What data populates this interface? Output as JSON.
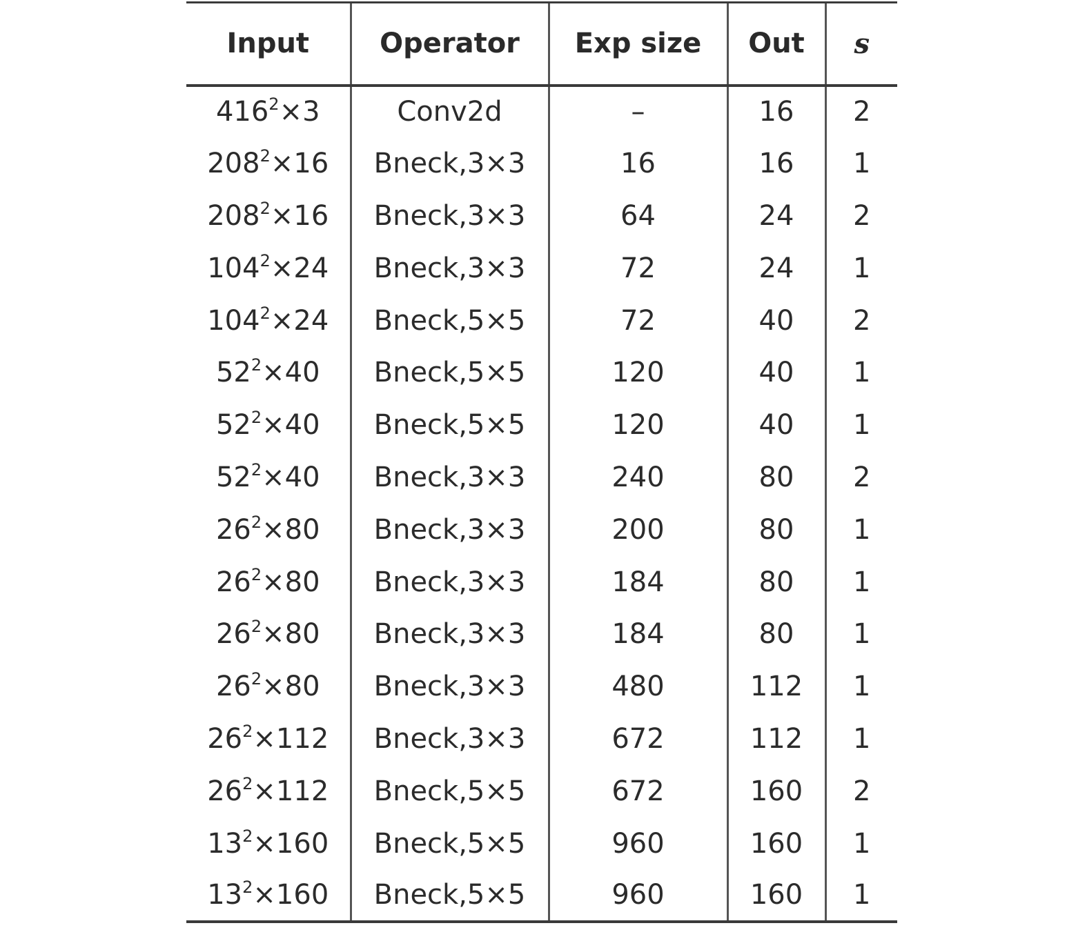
{
  "table": {
    "headers": {
      "input": "Input",
      "operator": "Operator",
      "exp_size": "Exp size",
      "out": "Out",
      "s": "s"
    },
    "rows": [
      {
        "input_base": "416",
        "input_exp": "2",
        "input_rest": "×3",
        "operator": "Conv2d",
        "exp_size": "–",
        "out": "16",
        "s": "2"
      },
      {
        "input_base": "208",
        "input_exp": "2",
        "input_rest": "×16",
        "operator": "Bneck,3×3",
        "exp_size": "16",
        "out": "16",
        "s": "1"
      },
      {
        "input_base": "208",
        "input_exp": "2",
        "input_rest": "×16",
        "operator": "Bneck,3×3",
        "exp_size": "64",
        "out": "24",
        "s": "2"
      },
      {
        "input_base": "104",
        "input_exp": "2",
        "input_rest": "×24",
        "operator": "Bneck,3×3",
        "exp_size": "72",
        "out": "24",
        "s": "1"
      },
      {
        "input_base": "104",
        "input_exp": "2",
        "input_rest": "×24",
        "operator": "Bneck,5×5",
        "exp_size": "72",
        "out": "40",
        "s": "2"
      },
      {
        "input_base": "52",
        "input_exp": "2",
        "input_rest": "×40",
        "operator": "Bneck,5×5",
        "exp_size": "120",
        "out": "40",
        "s": "1"
      },
      {
        "input_base": "52",
        "input_exp": "2",
        "input_rest": "×40",
        "operator": "Bneck,5×5",
        "exp_size": "120",
        "out": "40",
        "s": "1"
      },
      {
        "input_base": "52",
        "input_exp": "2",
        "input_rest": "×40",
        "operator": "Bneck,3×3",
        "exp_size": "240",
        "out": "80",
        "s": "2"
      },
      {
        "input_base": "26",
        "input_exp": "2",
        "input_rest": "×80",
        "operator": "Bneck,3×3",
        "exp_size": "200",
        "out": "80",
        "s": "1"
      },
      {
        "input_base": "26",
        "input_exp": "2",
        "input_rest": "×80",
        "operator": "Bneck,3×3",
        "exp_size": "184",
        "out": "80",
        "s": "1"
      },
      {
        "input_base": "26",
        "input_exp": "2",
        "input_rest": "×80",
        "operator": "Bneck,3×3",
        "exp_size": "184",
        "out": "80",
        "s": "1"
      },
      {
        "input_base": "26",
        "input_exp": "2",
        "input_rest": "×80",
        "operator": "Bneck,3×3",
        "exp_size": "480",
        "out": "112",
        "s": "1"
      },
      {
        "input_base": "26",
        "input_exp": "2",
        "input_rest": "×112",
        "operator": "Bneck,3×3",
        "exp_size": "672",
        "out": "112",
        "s": "1"
      },
      {
        "input_base": "26",
        "input_exp": "2",
        "input_rest": "×112",
        "operator": "Bneck,5×5",
        "exp_size": "672",
        "out": "160",
        "s": "2"
      },
      {
        "input_base": "13",
        "input_exp": "2",
        "input_rest": "×160",
        "operator": "Bneck,5×5",
        "exp_size": "960",
        "out": "160",
        "s": "1"
      },
      {
        "input_base": "13",
        "input_exp": "2",
        "input_rest": "×160",
        "operator": "Bneck,5×5",
        "exp_size": "960",
        "out": "160",
        "s": "1"
      }
    ]
  }
}
